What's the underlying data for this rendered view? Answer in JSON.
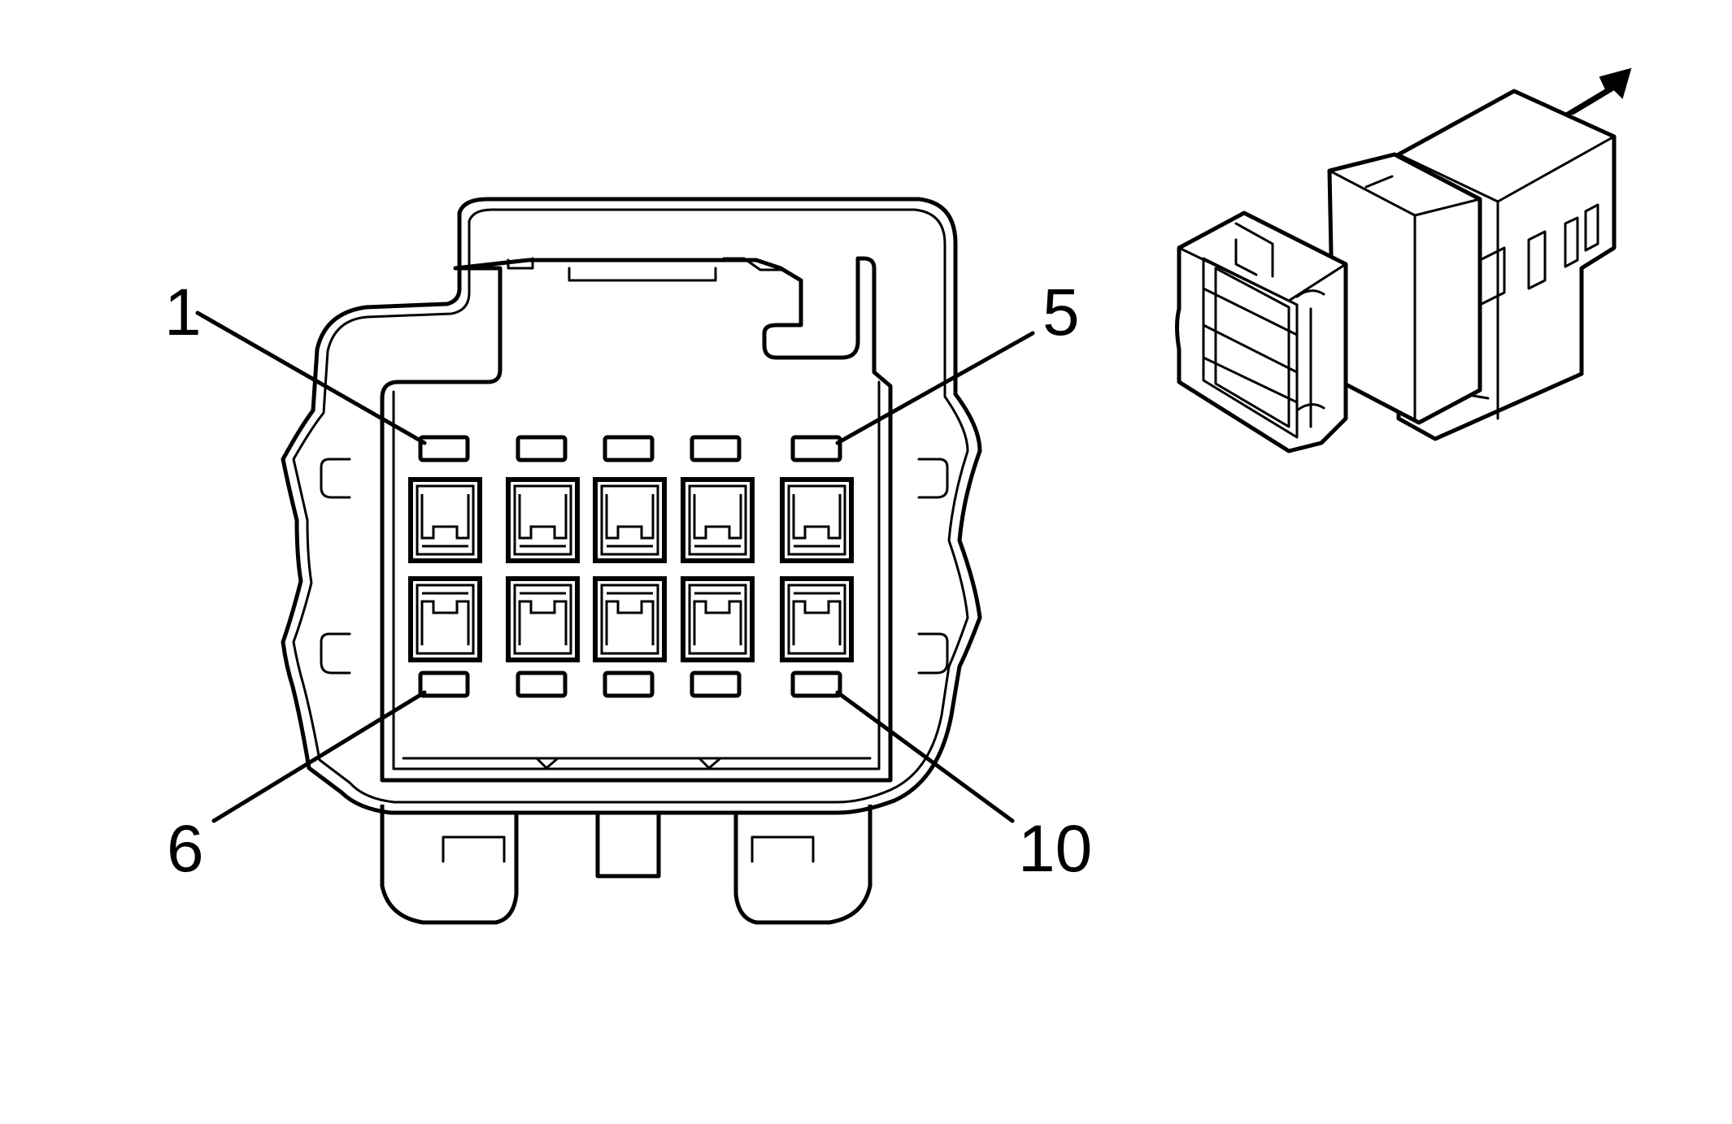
{
  "diagram": {
    "pin_labels": [
      {
        "id": "pin-1",
        "text": "1"
      },
      {
        "id": "pin-5",
        "text": "5"
      },
      {
        "id": "pin-6",
        "text": "6"
      },
      {
        "id": "pin-10",
        "text": "10"
      }
    ],
    "terminal_rows": 2,
    "terminals_per_row": 5,
    "insertion_arrow_icon": "arrow-up-right-icon"
  },
  "colors": {
    "line": "#000000",
    "background": "#ffffff"
  }
}
